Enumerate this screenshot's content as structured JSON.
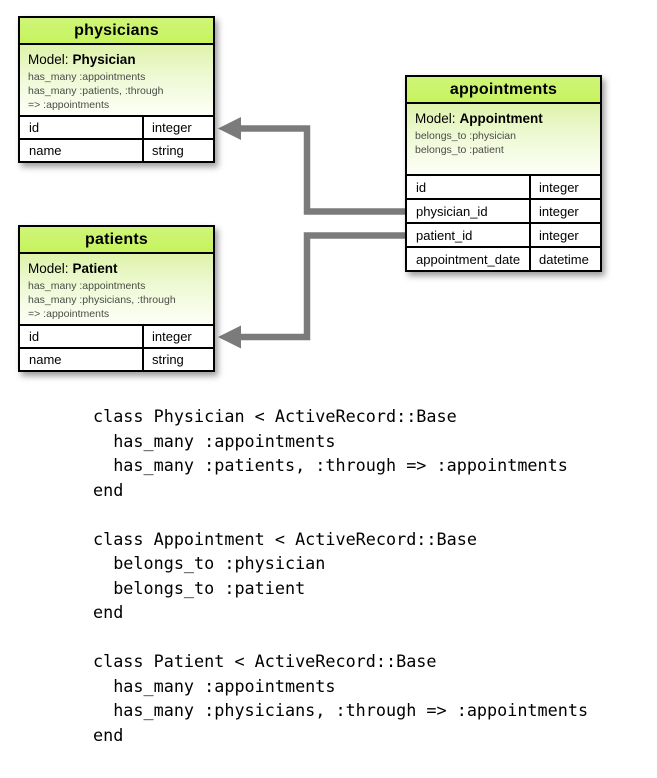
{
  "diagram": {
    "colors": {
      "header_green": "#c8f464",
      "model_gradient_top": "#def3aa",
      "arrow_gray": "#7b7b7b",
      "border_black": "#000000"
    },
    "tables": [
      {
        "title": "physicians",
        "model_label": "Model:",
        "model_name": "Physician",
        "associations": [
          "has_many :appointments",
          "has_many :patients, :through",
          "=> :appointments"
        ],
        "rows": [
          {
            "name": "id",
            "type": "integer"
          },
          {
            "name": "name",
            "type": "string"
          }
        ]
      },
      {
        "title": "appointments",
        "model_label": "Model:",
        "model_name": "Appointment",
        "associations": [
          "belongs_to :physician",
          "belongs_to :patient"
        ],
        "rows": [
          {
            "name": "id",
            "type": "integer"
          },
          {
            "name": "physician_id",
            "type": "integer"
          },
          {
            "name": "patient_id",
            "type": "integer"
          },
          {
            "name": "appointment_date",
            "type": "datetime"
          }
        ]
      },
      {
        "title": "patients",
        "model_label": "Model:",
        "model_name": "Patient",
        "associations": [
          "has_many :appointments",
          "has_many :physicians, :through",
          "=> :appointments"
        ],
        "rows": [
          {
            "name": "id",
            "type": "integer"
          },
          {
            "name": "name",
            "type": "string"
          }
        ]
      }
    ],
    "relationships": [
      {
        "from": "appointments.physician_id",
        "to": "physicians.id"
      },
      {
        "from": "appointments.patient_id",
        "to": "patients.id"
      }
    ]
  },
  "code": "class Physician < ActiveRecord::Base\n  has_many :appointments\n  has_many :patients, :through => :appointments\nend\n\nclass Appointment < ActiveRecord::Base\n  belongs_to :physician\n  belongs_to :patient\nend\n\nclass Patient < ActiveRecord::Base\n  has_many :appointments\n  has_many :physicians, :through => :appointments\nend"
}
